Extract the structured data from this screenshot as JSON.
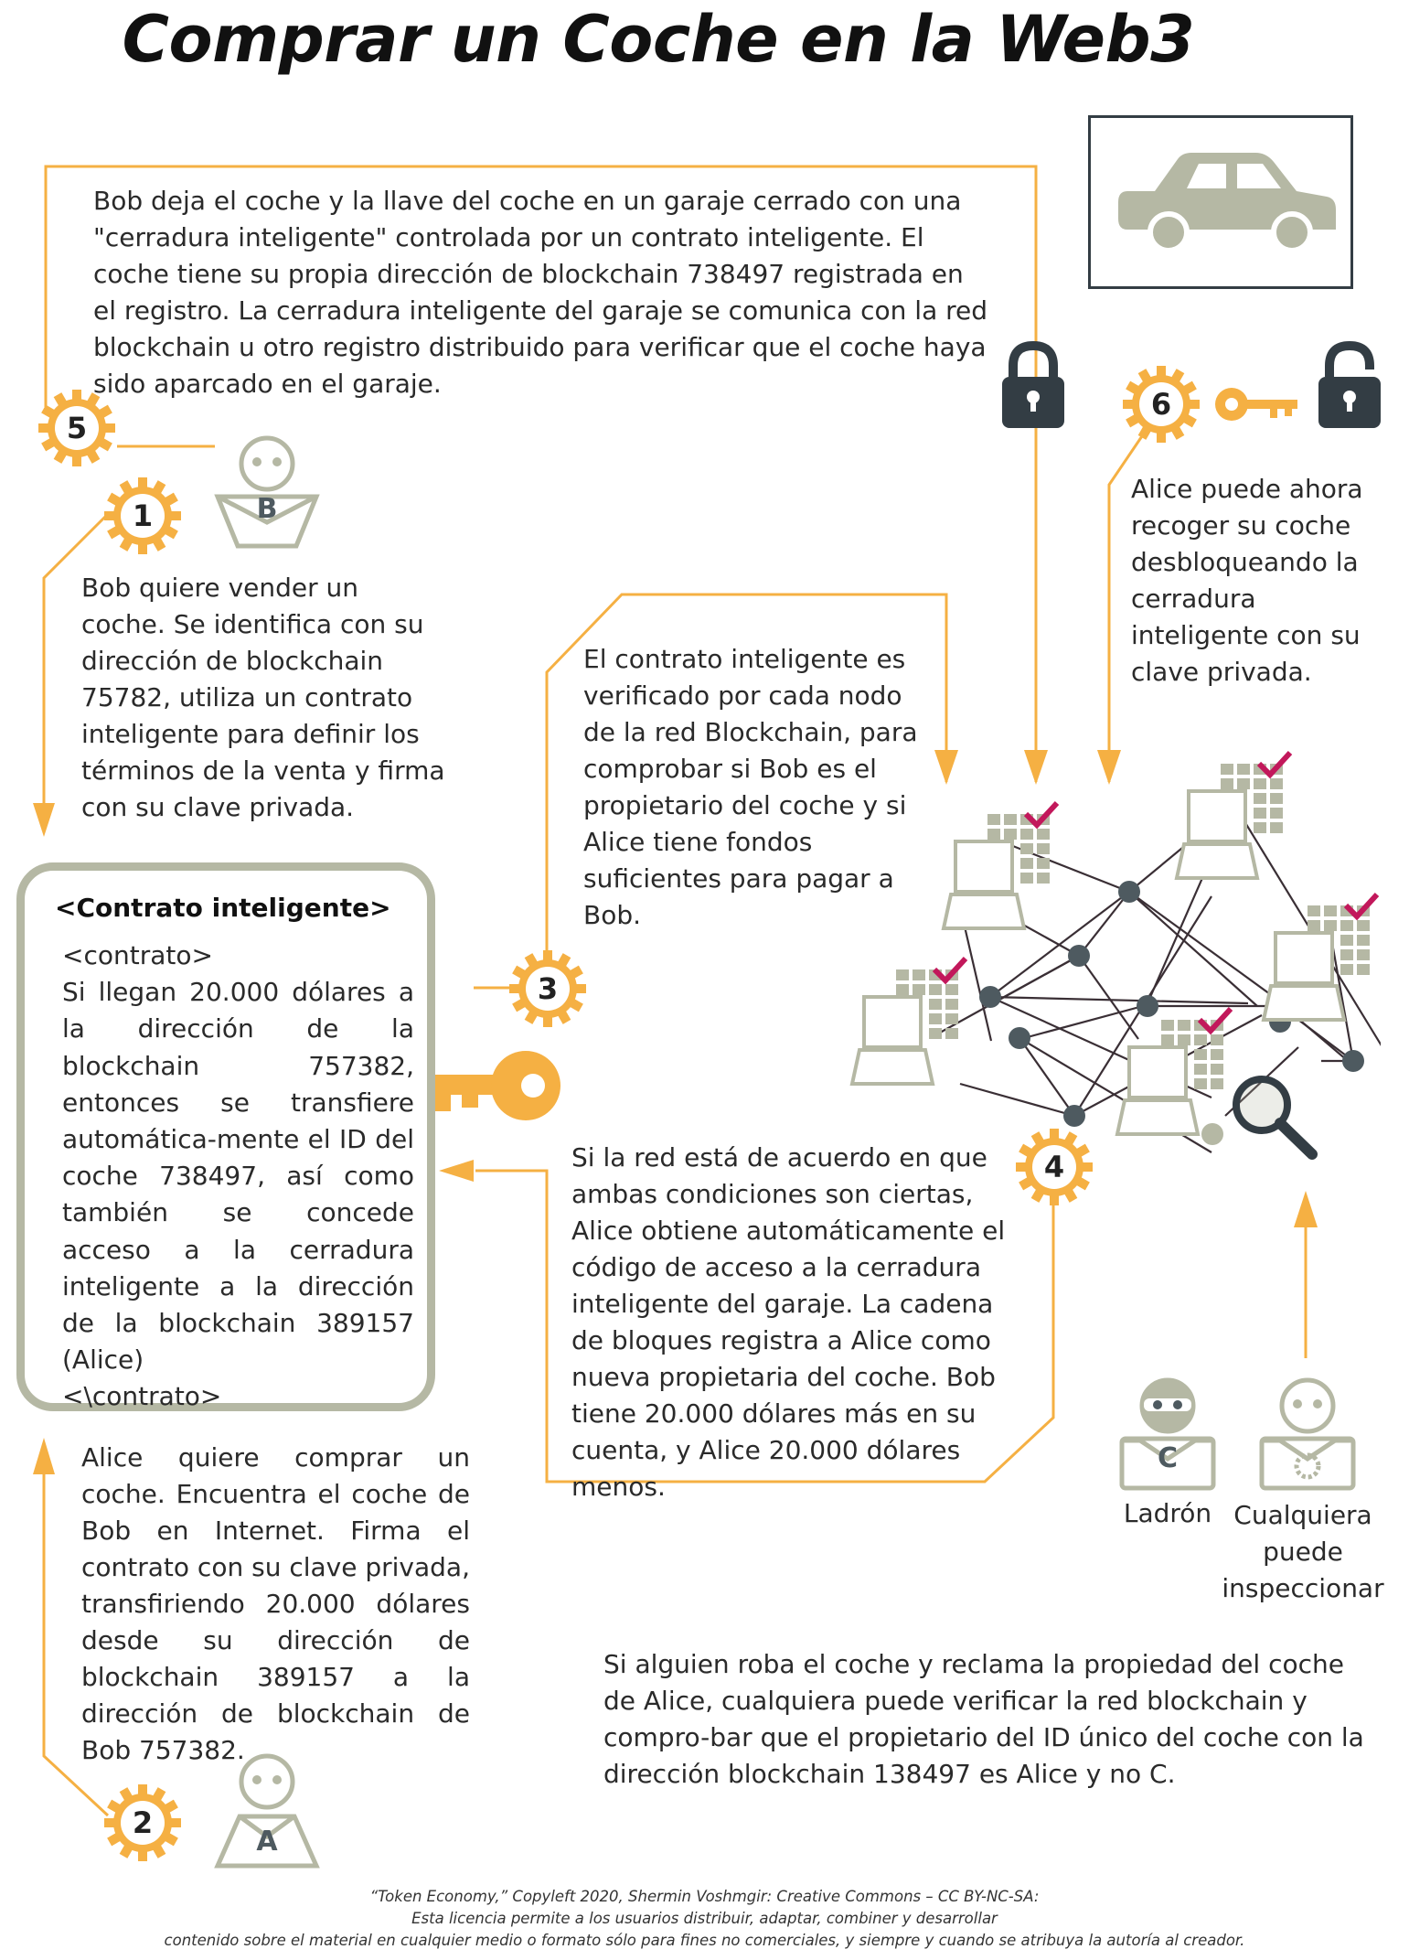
{
  "title": "Comprar un Coche en la Web3",
  "steps": {
    "s1": {
      "number": "1",
      "text": "Bob quiere vender un coche. Se identifica con su dirección de blockchain 75782, utiliza un contrato inteligente para definir los términos de la venta y firma con su clave privada."
    },
    "s2": {
      "number": "2",
      "text": "Alice quiere comprar un coche. Encuentra el coche de Bob en Internet. Firma el contrato con su clave privada, transfiriendo 20.000 dólares desde su dirección de blockchain 389157 a la dirección de blockchain de Bob 757382."
    },
    "s3": {
      "number": "3",
      "text": "El contrato inteligente es verificado por cada nodo de la red Blockchain, para comprobar si Bob es el propietario del coche y si Alice tiene fondos suficientes para pagar a Bob."
    },
    "s4": {
      "number": "4",
      "text": "Si la red está de acuerdo en que ambas condiciones son ciertas, Alice obtiene automáticamente el código de acceso a la cerradura inteligente del garaje. La cadena de bloques registra a Alice como nueva propietaria del coche. Bob tiene 20.000 dólares más en su cuenta, y Alice 20.000 dólares menos."
    },
    "s5": {
      "number": "5",
      "text": "Bob deja el coche y la llave del coche en un garaje cerrado con una \"cerradura inteligente\" controlada por un contrato inteligente. El coche tiene su propia dirección de blockchain 738497 registrada en el registro. La cerradura inteligente del garaje se comunica con la red blockchain u otro registro distribuido para verificar que el coche haya sido aparcado en el garaje."
    },
    "s6": {
      "number": "6",
      "text": "Alice puede ahora recoger su coche desbloqueando la cerradura inteligente con su clave privada."
    }
  },
  "contract": {
    "title": "<Contrato inteligente>",
    "open_tag": "<contrato>",
    "body": "Si llegan 20.000 dólares a la dirección de la blockchain 757382, entonces se transfiere automática-mente el ID del coche 738497, así como también se concede acceso a la cerradura inteligente a la dirección de la blockchain 389157 (Alice)",
    "close_tag": "<\\contrato>"
  },
  "persons": {
    "bob": "B",
    "alice": "A",
    "thief": "C",
    "thief_label": "Ladrón",
    "inspector_label_1": "Cualquiera",
    "inspector_label_2": "puede",
    "inspector_label_3": "inspeccionar"
  },
  "theft_note": "Si alguien roba el coche y reclama la propiedad del coche de Alice, cualquiera puede verificar la red blockchain y compro-bar que el propietario del ID único del coche con la dirección blockchain 138497 es Alice y no C.",
  "footer": {
    "line1": "“Token Economy,” Copyleft 2020, Shermin Voshmgir: Creative Commons – CC BY-NC-SA:",
    "line2": "Esta licencia permite a los usuarios distribuir, adaptar, combiner y desarrollar",
    "line3": "contenido sobre el material en cualquier medio o formato sólo para fines no comerciales, y siempre y cuando se atribuya la autoría al creador."
  },
  "colors": {
    "accent": "#f5b043",
    "person": "#b5b8a4",
    "lock": "#333d44",
    "check": "#c2185b",
    "node": "#4e5a60"
  }
}
